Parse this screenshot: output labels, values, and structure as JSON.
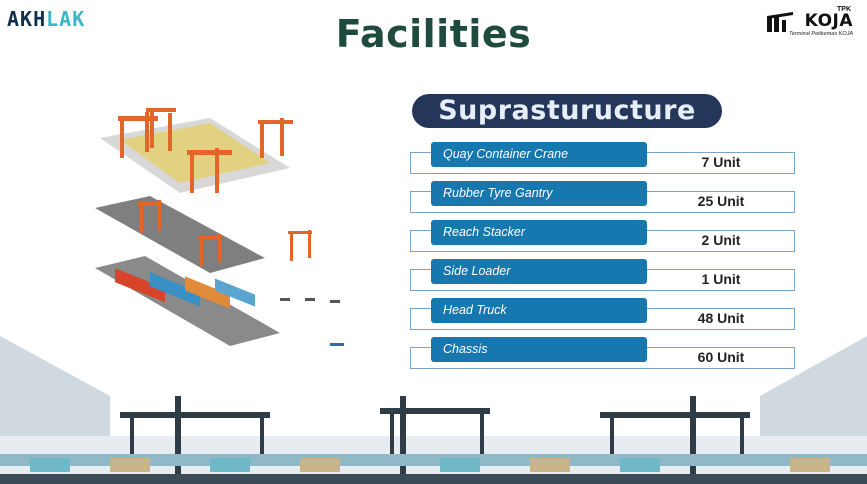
{
  "brand_left": {
    "part1": "AKH",
    "part2": "LAK"
  },
  "title": "Facilities",
  "brand_right": {
    "tpk": "TPK",
    "name": "KOJA",
    "subtitle": "Terminal Petikemas KOJA"
  },
  "section_title": "Suprasturucture",
  "items": [
    {
      "label": "Quay Container Crane",
      "value": "7 Unit"
    },
    {
      "label": "Rubber Tyre Gantry",
      "value": "25 Unit"
    },
    {
      "label": "Reach Stacker",
      "value": "2 Unit"
    },
    {
      "label": "Side Loader",
      "value": "1 Unit"
    },
    {
      "label": "Head Truck",
      "value": "48 Unit"
    },
    {
      "label": "Chassis",
      "value": "60 Unit"
    }
  ],
  "icons": {
    "illustration": "port-terminal-illustration",
    "footer": "port-skyline-illustration"
  },
  "colors": {
    "title": "#1f4a3e",
    "pill": "#24365a",
    "label_bg": "#1678ae",
    "border": "#7aa3c4",
    "brand_dark": "#0f2f4f",
    "brand_teal": "#3ab7c8"
  }
}
